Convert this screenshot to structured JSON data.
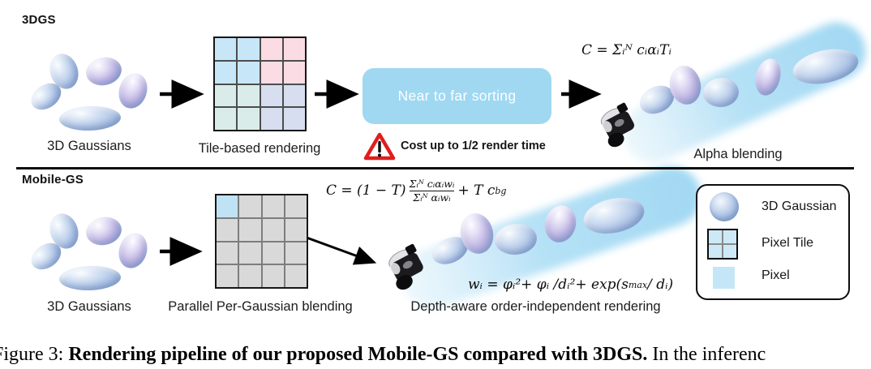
{
  "top_row": {
    "section_label": "3DGS",
    "gaussians_label": "3D Gaussians",
    "grid_label": "Tile-based rendering",
    "sorting_label": "Near to far sorting",
    "warning_label": "Cost up to 1/2 render time",
    "formula": "C = Σᵢᴺ cᵢαᵢTᵢ",
    "blending_label": "Alpha blending"
  },
  "bottom_row": {
    "section_label": "Mobile-GS",
    "gaussians_label": "3D Gaussians",
    "grid_label": "Parallel Per-Gaussian blending",
    "formula": {
      "lhs": "C = (1 − T)",
      "numerator": "Σᵢᴺ cᵢαᵢwᵢ",
      "denominator": "Σᵢᴺ αᵢwᵢ",
      "tail": "+ T c",
      "tail_sub": "bg"
    },
    "weight_formula": {
      "head": "wᵢ = φᵢ²+ φᵢ /dᵢ²+ exp(s",
      "sub": "max",
      "tail": "/ dᵢ)"
    },
    "rendering_label": "Depth-aware order-independent rendering"
  },
  "grids": {
    "tile_grid_cells": [
      "#c7e6f8",
      "#c7e6f8",
      "#fbdce4",
      "#fbdce4",
      "#c7e6f8",
      "#c7e6f8",
      "#fbdce4",
      "#fbdce4",
      "#d9ece9",
      "#d9ece9",
      "#d7def0",
      "#d7def0",
      "#d9ece9",
      "#d9ece9",
      "#d7def0",
      "#d7def0"
    ],
    "pixel_grid_cells": [
      "#bfe2f5",
      "#d9d9d9",
      "#d9d9d9",
      "#d9d9d9",
      "#d9d9d9",
      "#d9d9d9",
      "#d9d9d9",
      "#d9d9d9",
      "#d9d9d9",
      "#d9d9d9",
      "#d9d9d9",
      "#d9d9d9",
      "#d9d9d9",
      "#d9d9d9",
      "#d9d9d9",
      "#d9d9d9"
    ]
  },
  "legend": {
    "items": [
      {
        "icon": "gaussian-sphere-icon",
        "label": "3D Gaussian"
      },
      {
        "icon": "pixel-tile-icon",
        "label": "Pixel Tile"
      },
      {
        "icon": "pixel-icon",
        "label": "Pixel"
      }
    ]
  },
  "caption": {
    "prefix": "Figure 3: ",
    "bold": "Rendering pipeline of our proposed Mobile-GS compared with 3DGS.",
    "suffix": " In the inferenc"
  },
  "colors": {
    "tile_blue": "#c7e6f8",
    "tile_pink": "#fbdce4",
    "tile_teal": "#d9ece9",
    "tile_lavender": "#d7def0",
    "tile_gray": "#d9d9d9",
    "pixel_blue": "#bfe2f5",
    "sorting_box_bg": "#a0d8f2",
    "beam_blue": "#a9dcf4",
    "warning_red": "#e11d1d",
    "gaussian_blue": "#b4c9e8"
  }
}
